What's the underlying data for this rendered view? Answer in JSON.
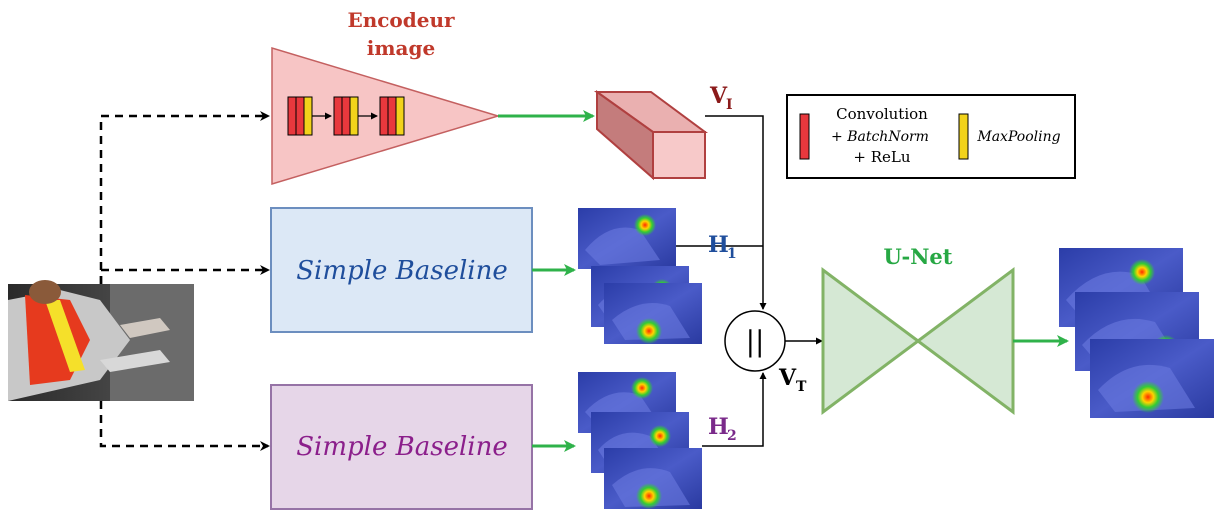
{
  "encoder": {
    "title_line1": "Encodeur",
    "title_line2": "image"
  },
  "legend": {
    "conv_line1": "Convolution",
    "conv_line2": "+ BatchNorm",
    "conv_line3": "+ ReLu",
    "pool": "MaxPooling"
  },
  "labels": {
    "vi": "V",
    "vi_sub": "I",
    "h1": "H",
    "h1_sub": "1",
    "h2": "H",
    "h2_sub": "2",
    "vt": "V",
    "vt_sub": "T",
    "concat": "||"
  },
  "baseline_top": "Simple Baseline",
  "baseline_bottom": "Simple Baseline",
  "unet": {
    "title": "U-Net"
  },
  "colors": {
    "encoder": "#c0392b",
    "encoder_fill": "#f7c5c5",
    "conv": "#e8383d",
    "pool": "#f2d31b",
    "baseline_top": "#1f4e9c",
    "baseline_top_fill": "#dce8f6",
    "baseline_bottom": "#8b1f8b",
    "baseline_bottom_fill": "#e6d6e8",
    "unet": "#27a844",
    "unet_fill": "#d5e8d4",
    "green_arrow": "#2fb24a",
    "vi_color": "#8b1a1a",
    "h1_color": "#1f4e9c",
    "h2_color": "#7a2a8a"
  }
}
